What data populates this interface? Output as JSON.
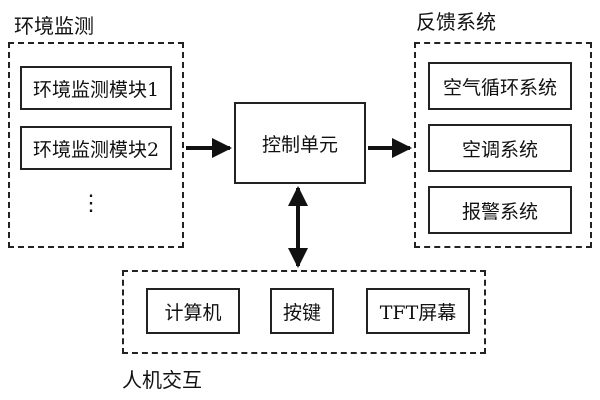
{
  "environment": {
    "title": "环境监测",
    "modules": [
      "环境监测模块1",
      "环境监测模块2"
    ],
    "ellipsis": "⋮"
  },
  "control": {
    "label": "控制单元"
  },
  "feedback": {
    "title": "反馈系统",
    "systems": [
      "空气循环系统",
      "空调系统",
      "报警系统"
    ]
  },
  "hci": {
    "title": "人机交互",
    "devices": [
      "计算机",
      "按键",
      "TFT屏幕"
    ]
  }
}
